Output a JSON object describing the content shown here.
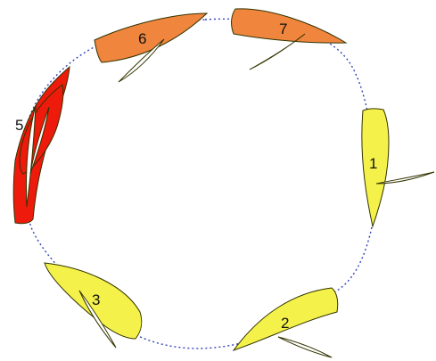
{
  "colors": {
    "track": "#3344bb",
    "outline": "#333300",
    "yellow": "#f4f24a",
    "orange": "#f0853e",
    "red": "#ee1a0c",
    "sail": "#ffffff"
  },
  "boats": [
    {
      "id": "boat-1",
      "label": "1",
      "color": "yellow",
      "state": "normal"
    },
    {
      "id": "boat-2",
      "label": "2",
      "color": "yellow",
      "state": "normal"
    },
    {
      "id": "boat-3",
      "label": "3",
      "color": "yellow",
      "state": "normal"
    },
    {
      "id": "boat-5",
      "label": "5",
      "color": "red",
      "state": "tacking"
    },
    {
      "id": "boat-6",
      "label": "6",
      "color": "orange",
      "state": "normal"
    },
    {
      "id": "boat-7",
      "label": "7",
      "color": "orange",
      "state": "normal"
    }
  ]
}
